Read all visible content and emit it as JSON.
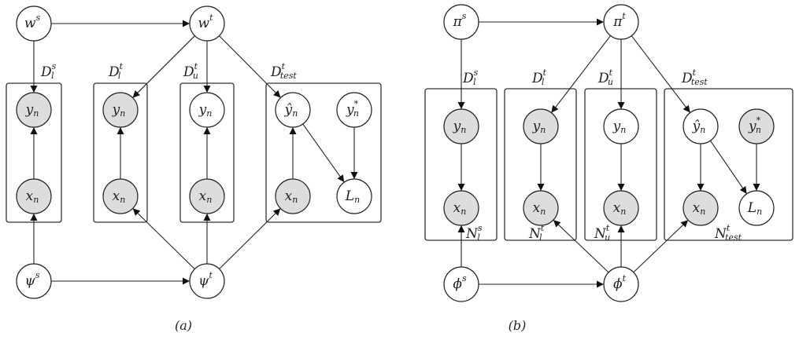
{
  "colors": {
    "observed_fill": "#dddddd",
    "latent_fill": "#ffffff",
    "stroke": "#222222"
  },
  "diagrams": [
    {
      "id": "a",
      "caption": "(a)",
      "nodes": [
        {
          "id": "ws",
          "base": "w",
          "sup": "s",
          "sub": "",
          "hat": false,
          "observed": false
        },
        {
          "id": "wt",
          "base": "w",
          "sup": "t",
          "sub": "",
          "hat": false,
          "observed": false
        },
        {
          "id": "psis",
          "base": "ψ",
          "sup": "s",
          "sub": "",
          "hat": false,
          "observed": false
        },
        {
          "id": "psit",
          "base": "ψ",
          "sup": "t",
          "sub": "",
          "hat": false,
          "observed": false
        },
        {
          "id": "y1",
          "base": "y",
          "sup": "",
          "sub": "n",
          "hat": false,
          "observed": true
        },
        {
          "id": "x1",
          "base": "x",
          "sup": "",
          "sub": "n",
          "hat": false,
          "observed": true
        },
        {
          "id": "y2",
          "base": "y",
          "sup": "",
          "sub": "n",
          "hat": false,
          "observed": true
        },
        {
          "id": "x2",
          "base": "x",
          "sup": "",
          "sub": "n",
          "hat": false,
          "observed": true
        },
        {
          "id": "y3",
          "base": "y",
          "sup": "",
          "sub": "n",
          "hat": false,
          "observed": false
        },
        {
          "id": "x3",
          "base": "x",
          "sup": "",
          "sub": "n",
          "hat": false,
          "observed": true
        },
        {
          "id": "yhat4",
          "base": "y",
          "sup": "",
          "sub": "n",
          "hat": true,
          "observed": false
        },
        {
          "id": "ystar4",
          "base": "y",
          "sup": "*",
          "sub": "n",
          "hat": false,
          "observed": false
        },
        {
          "id": "x4",
          "base": "x",
          "sup": "",
          "sub": "n",
          "hat": false,
          "observed": true
        },
        {
          "id": "L4",
          "base": "L",
          "sup": "",
          "sub": "n",
          "hat": false,
          "observed": false
        }
      ],
      "edges": [
        [
          "ws",
          "wt"
        ],
        [
          "ws",
          "y1"
        ],
        [
          "wt",
          "y2"
        ],
        [
          "wt",
          "y3"
        ],
        [
          "wt",
          "yhat4"
        ],
        [
          "x1",
          "y1"
        ],
        [
          "x2",
          "y2"
        ],
        [
          "x3",
          "y3"
        ],
        [
          "x4",
          "yhat4"
        ],
        [
          "yhat4",
          "L4"
        ],
        [
          "ystar4",
          "L4"
        ],
        [
          "psis",
          "psit"
        ],
        [
          "psis",
          "x1"
        ],
        [
          "psit",
          "x2"
        ],
        [
          "psit",
          "x3"
        ],
        [
          "psit",
          "x4"
        ]
      ],
      "plates": [
        {
          "base": "D",
          "sup": "s",
          "sub": "l",
          "bottom_label": null
        },
        {
          "base": "D",
          "sup": "t",
          "sub": "l",
          "bottom_label": null
        },
        {
          "base": "D",
          "sup": "t",
          "sub": "u",
          "bottom_label": null
        },
        {
          "base": "D",
          "sup": "t",
          "sub": "test",
          "bottom_label": null
        }
      ]
    },
    {
      "id": "b",
      "caption": "(b)",
      "nodes": [
        {
          "id": "pis",
          "base": "π",
          "sup": "s",
          "sub": "",
          "hat": false,
          "observed": false
        },
        {
          "id": "pit",
          "base": "π",
          "sup": "t",
          "sub": "",
          "hat": false,
          "observed": false
        },
        {
          "id": "phis",
          "base": "ϕ",
          "sup": "s",
          "sub": "",
          "hat": false,
          "observed": false
        },
        {
          "id": "phit",
          "base": "ϕ",
          "sup": "t",
          "sub": "",
          "hat": false,
          "observed": false
        },
        {
          "id": "y1",
          "base": "y",
          "sup": "",
          "sub": "n",
          "hat": false,
          "observed": true
        },
        {
          "id": "x1",
          "base": "x",
          "sup": "",
          "sub": "n",
          "hat": false,
          "observed": true
        },
        {
          "id": "y2",
          "base": "y",
          "sup": "",
          "sub": "n",
          "hat": false,
          "observed": true
        },
        {
          "id": "x2",
          "base": "x",
          "sup": "",
          "sub": "n",
          "hat": false,
          "observed": true
        },
        {
          "id": "y3",
          "base": "y",
          "sup": "",
          "sub": "n",
          "hat": false,
          "observed": false
        },
        {
          "id": "x3",
          "base": "x",
          "sup": "",
          "sub": "n",
          "hat": false,
          "observed": true
        },
        {
          "id": "yhat4",
          "base": "y",
          "sup": "",
          "sub": "n",
          "hat": true,
          "observed": false
        },
        {
          "id": "ystar4",
          "base": "y",
          "sup": "*",
          "sub": "n",
          "hat": false,
          "observed": true
        },
        {
          "id": "x4",
          "base": "x",
          "sup": "",
          "sub": "n",
          "hat": false,
          "observed": true
        },
        {
          "id": "L4",
          "base": "L",
          "sup": "",
          "sub": "n",
          "hat": false,
          "observed": false
        }
      ],
      "edges": [
        [
          "pis",
          "pit"
        ],
        [
          "pis",
          "y1"
        ],
        [
          "pit",
          "y2"
        ],
        [
          "pit",
          "y3"
        ],
        [
          "pit",
          "yhat4"
        ],
        [
          "y1",
          "x1"
        ],
        [
          "y2",
          "x2"
        ],
        [
          "y3",
          "x3"
        ],
        [
          "yhat4",
          "x4"
        ],
        [
          "yhat4",
          "L4"
        ],
        [
          "ystar4",
          "L4"
        ],
        [
          "phis",
          "phit"
        ],
        [
          "phis",
          "x1"
        ],
        [
          "phit",
          "x2"
        ],
        [
          "phit",
          "x3"
        ],
        [
          "phit",
          "x4"
        ]
      ],
      "plates": [
        {
          "base": "D",
          "sup": "s",
          "sub": "l",
          "bottom_label": {
            "base": "N",
            "sup": "s",
            "sub": "l"
          }
        },
        {
          "base": "D",
          "sup": "t",
          "sub": "l",
          "bottom_label": {
            "base": "N",
            "sup": "t",
            "sub": "l"
          }
        },
        {
          "base": "D",
          "sup": "t",
          "sub": "u",
          "bottom_label": {
            "base": "N",
            "sup": "t",
            "sub": "u"
          }
        },
        {
          "base": "D",
          "sup": "t",
          "sub": "test",
          "bottom_label": {
            "base": "N",
            "sup": "t",
            "sub": "test"
          }
        }
      ]
    }
  ]
}
